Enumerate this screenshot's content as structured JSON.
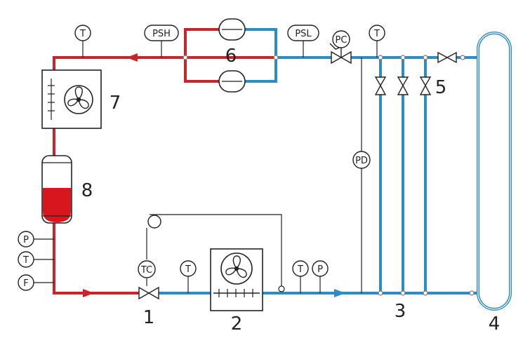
{
  "colors": {
    "hot": "#c8242b",
    "cold": "#2e8cc4",
    "line": "#222222",
    "liquid": "#d7161d"
  },
  "components": {
    "c1": "1",
    "c2": "2",
    "c3": "3",
    "c4": "4",
    "c5": "5",
    "c6": "6",
    "c7": "7",
    "c8": "8"
  },
  "instruments": {
    "t_top_left": "T",
    "psh": "PSH",
    "psl": "PSL",
    "pc": "PC",
    "t_top_right": "T",
    "pd": "PD",
    "p_left": "P",
    "t_left": "T",
    "f_left": "F",
    "tc": "TC",
    "t_bottom": "T",
    "t_bottom_right": "T",
    "p_bottom_right": "P"
  },
  "icons": {
    "compressor": "compressor-icon",
    "fan": "fan-icon",
    "valve": "valve-icon",
    "receiver": "receiver-tank-icon"
  }
}
